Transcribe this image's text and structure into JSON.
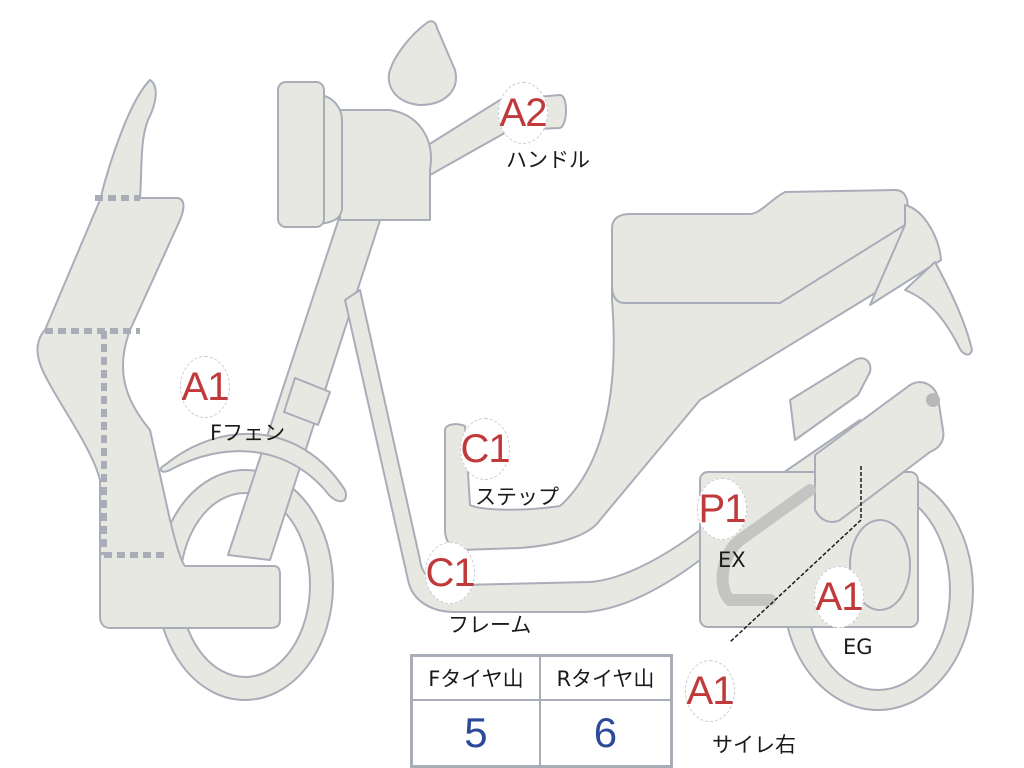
{
  "diagram": {
    "subject": "scooter-inspection-diagram",
    "colors": {
      "part_fill": "#e8e8e3",
      "part_stroke": "#a9adb8",
      "grade_text": "#c0393b",
      "value_text": "#2c4a9a",
      "label_text": "#1a1a1a"
    },
    "markers": [
      {
        "id": "handle",
        "grade": "A2",
        "label": "ハンドル"
      },
      {
        "id": "front-fender",
        "grade": "A1",
        "label": "Fフェン"
      },
      {
        "id": "step",
        "grade": "C1",
        "label": "ステップ"
      },
      {
        "id": "frame",
        "grade": "C1",
        "label": "フレーム"
      },
      {
        "id": "exhaust",
        "grade": "P1",
        "label": "EX"
      },
      {
        "id": "engine",
        "grade": "A1",
        "label": "EG"
      },
      {
        "id": "muffler-right",
        "grade": "A1",
        "label": "サイレ右"
      }
    ],
    "tire_table": {
      "headers": [
        "Fタイヤ山",
        "Rタイヤ山"
      ],
      "values": [
        "5",
        "6"
      ]
    }
  }
}
